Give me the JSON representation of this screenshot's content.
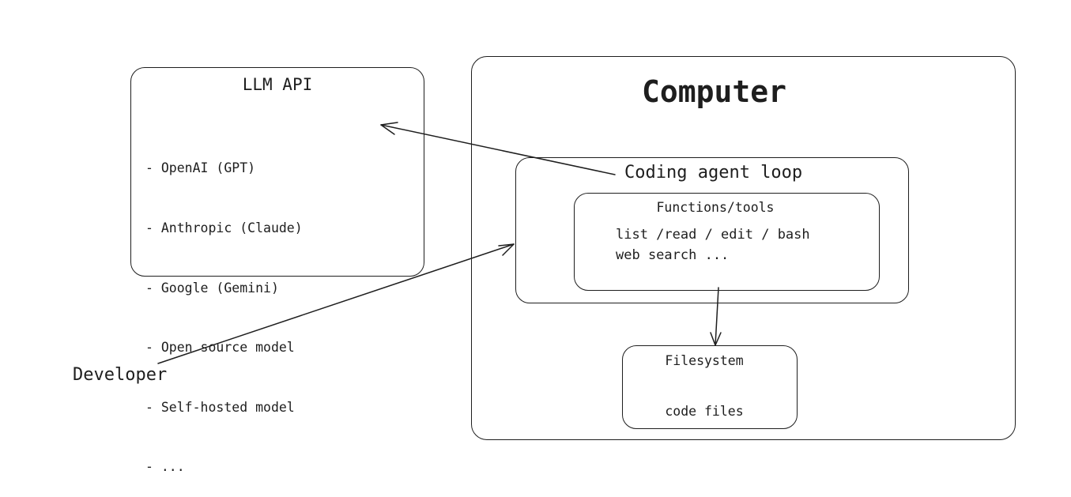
{
  "llm_api": {
    "title": "LLM API",
    "items": [
      "- OpenAI (GPT)",
      "- Anthropic (Claude)",
      "- Google (Gemini)",
      "- Open source model",
      "- Self-hosted model",
      "- ..."
    ]
  },
  "computer": {
    "title": "Computer",
    "loop": {
      "title": "Coding agent loop",
      "tools": {
        "title": "Functions/tools",
        "line1": "list /read / edit / bash",
        "line2": "web search ..."
      }
    },
    "filesystem": {
      "title": "Filesystem",
      "content": "code files"
    }
  },
  "developer": {
    "label": "Developer"
  },
  "colors": {
    "stroke": "#1e1e1e",
    "background": "#ffffff"
  }
}
